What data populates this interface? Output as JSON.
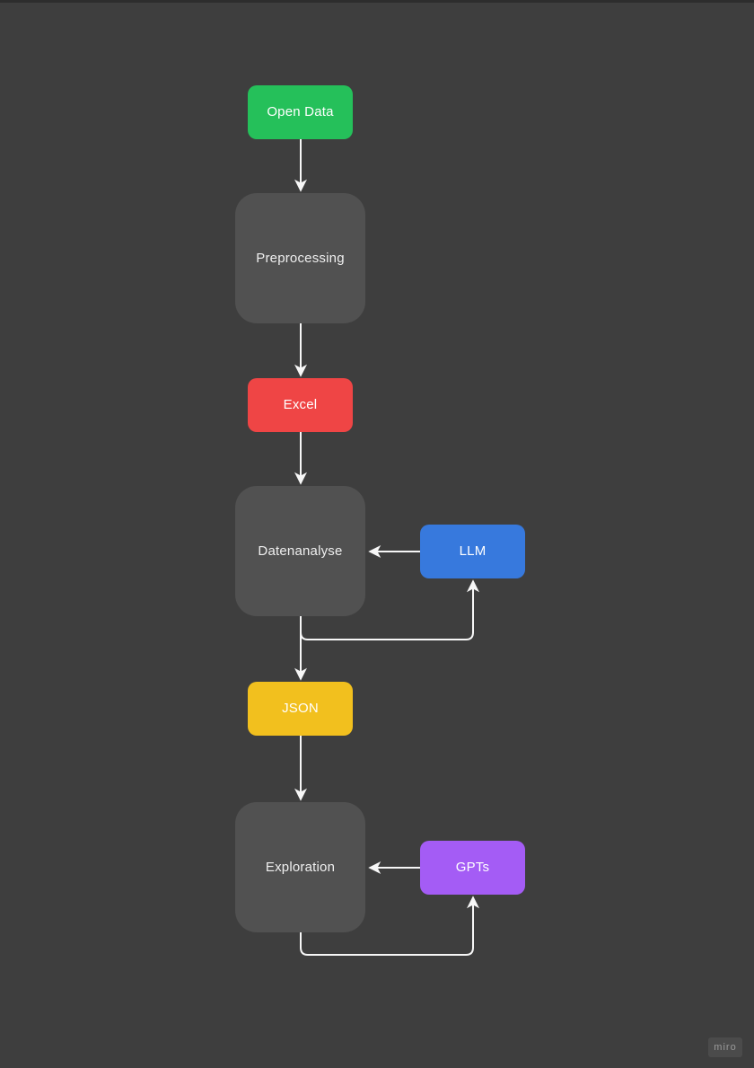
{
  "colors": {
    "background": "#3e3e3e",
    "top_strip": "#2d2d2d",
    "connector": "#f7f7f7",
    "watermark_bg": "#4b4b4b",
    "watermark_text": "#9a9a9a"
  },
  "diagram": {
    "nodes": [
      {
        "id": "open-data",
        "label": "Open Data",
        "shape": "rounded-rect-small",
        "fill": "#25c05a",
        "text_color": "#ffffff"
      },
      {
        "id": "preprocessing",
        "label": "Preprocessing",
        "shape": "rounded-rect-large",
        "fill": "#515151",
        "text_color": "#efefef"
      },
      {
        "id": "excel",
        "label": "Excel",
        "shape": "rounded-rect-small",
        "fill": "#ef4545",
        "text_color": "#ffffff"
      },
      {
        "id": "datenanalyse",
        "label": "Datenanalyse",
        "shape": "rounded-rect-large",
        "fill": "#515151",
        "text_color": "#efefef"
      },
      {
        "id": "llm",
        "label": "LLM",
        "shape": "rounded-rect-small",
        "fill": "#3779dd",
        "text_color": "#ffffff"
      },
      {
        "id": "json",
        "label": "JSON",
        "shape": "rounded-rect-small",
        "fill": "#f2c01e",
        "text_color": "#ffffff"
      },
      {
        "id": "exploration",
        "label": "Exploration",
        "shape": "rounded-rect-large",
        "fill": "#515151",
        "text_color": "#efefef"
      },
      {
        "id": "gpts",
        "label": "GPTs",
        "shape": "rounded-rect-small",
        "fill": "#a45cf5",
        "text_color": "#ffffff"
      }
    ],
    "edges": [
      {
        "from": "open-data",
        "to": "preprocessing",
        "style": "straight-down"
      },
      {
        "from": "preprocessing",
        "to": "excel",
        "style": "straight-down"
      },
      {
        "from": "excel",
        "to": "datenanalyse",
        "style": "straight-down"
      },
      {
        "from": "llm",
        "to": "datenanalyse",
        "style": "straight-left"
      },
      {
        "from": "datenanalyse",
        "to": "json",
        "style": "straight-down"
      },
      {
        "from": "datenanalyse",
        "to": "llm",
        "style": "elbow-down-right-up"
      },
      {
        "from": "json",
        "to": "exploration",
        "style": "straight-down"
      },
      {
        "from": "gpts",
        "to": "exploration",
        "style": "straight-left"
      },
      {
        "from": "exploration",
        "to": "gpts",
        "style": "elbow-down-right-up"
      }
    ]
  },
  "watermark": {
    "label": "miro"
  }
}
